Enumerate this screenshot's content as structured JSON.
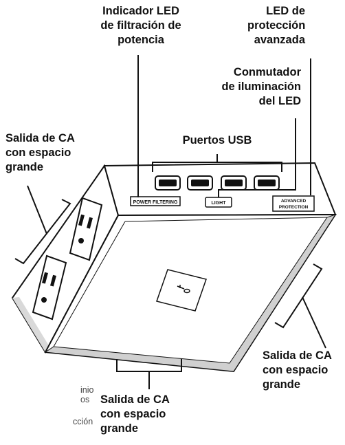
{
  "callouts": {
    "power_led": [
      "Indicador LED",
      "de filtración de",
      "potencia"
    ],
    "advanced_led": [
      "LED de",
      "protección",
      "avanzada"
    ],
    "light_switch": [
      "Conmutador",
      "de iluminación",
      "del LED"
    ],
    "usb_ports": [
      "Puertos USB"
    ],
    "ac_left": [
      "Salida de CA",
      "con espacio",
      "grande"
    ],
    "ac_right": [
      "Salida de CA",
      "con espacio",
      "grande"
    ],
    "ac_bottom": [
      "Salida de CA",
      "con espacio",
      "grande"
    ]
  },
  "device_labels": {
    "power_filtering": "POWER FILTERING",
    "light": "LIGHT",
    "advanced_protection_1": "ADVANCED",
    "advanced_protection_2": "PROTECTION"
  },
  "cutoff_text": {
    "line1": "inio",
    "line2": "os",
    "line3": "cción"
  },
  "usb_port_count": 4,
  "ac_outlet_count_left_face": 2
}
